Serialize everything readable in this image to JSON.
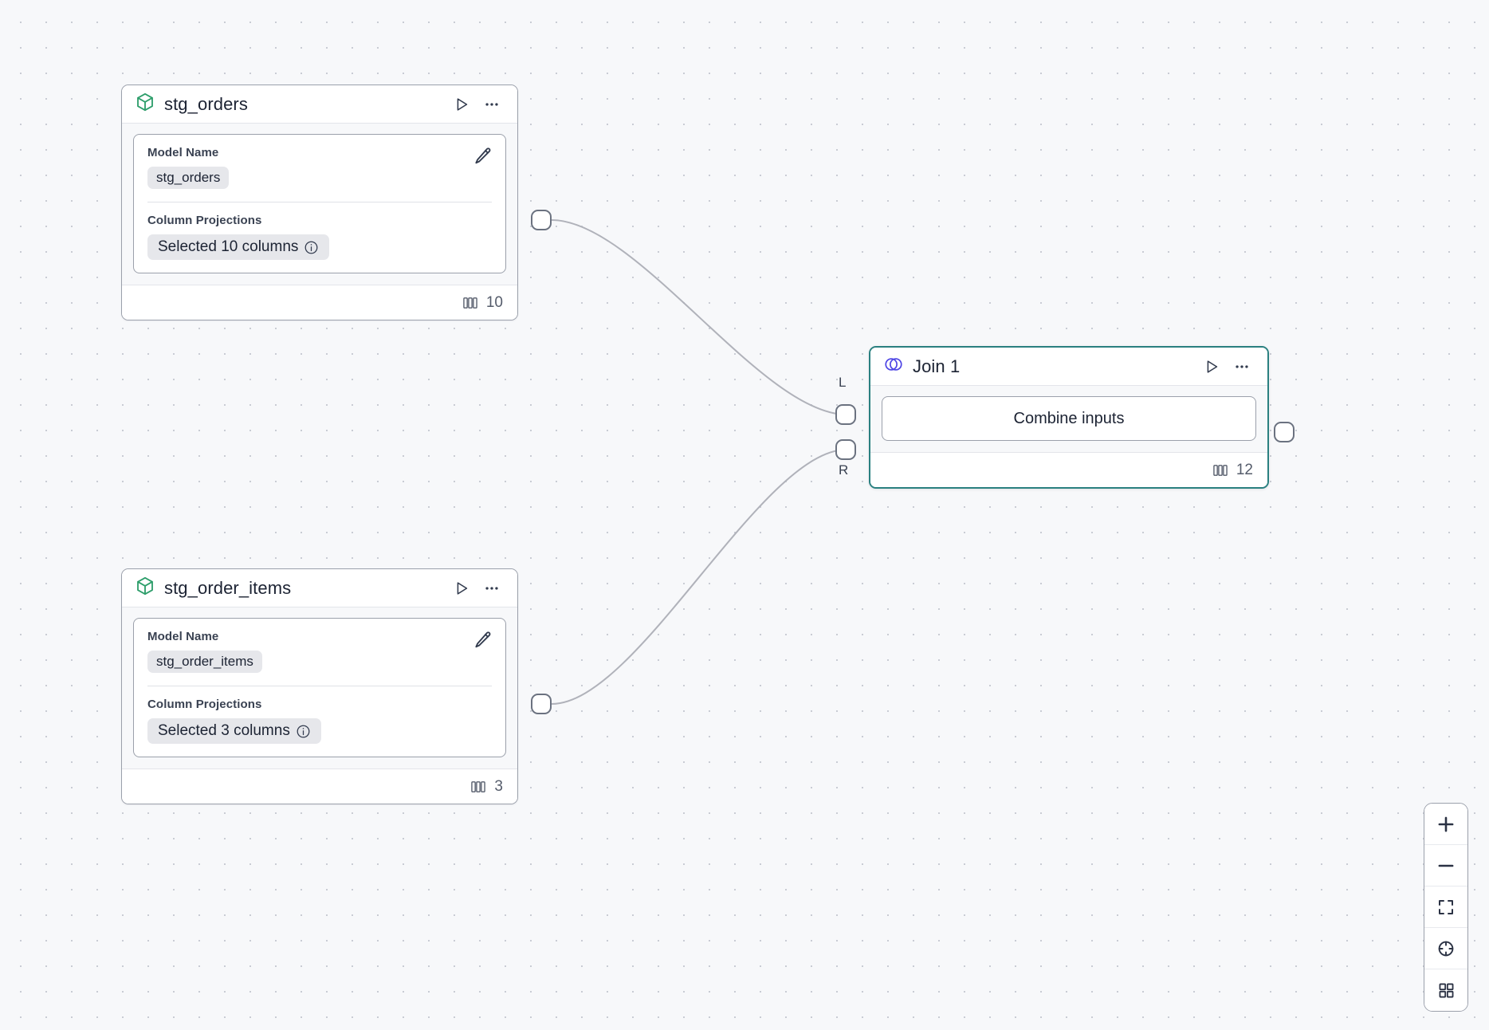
{
  "canvas": {
    "background_color": "#f7f8fa",
    "dot_color": "#c9ccd4",
    "edge_color": "#b0b2ba"
  },
  "nodes": [
    {
      "id": "stg_orders",
      "type": "model",
      "icon": "cube-icon",
      "icon_color": "#2e9e6b",
      "title": "stg_orders",
      "selected": false,
      "run_icon": "play-icon",
      "menu_icon": "ellipsis-icon",
      "fields": [
        {
          "label": "Model Name",
          "value": "stg_orders",
          "has_info": false
        },
        {
          "label": "Column Projections",
          "value": "Selected 10 columns",
          "has_info": true
        }
      ],
      "edit_icon": "pencil-icon",
      "footer": {
        "icon": "columns-icon",
        "count": "10"
      }
    },
    {
      "id": "stg_order_items",
      "type": "model",
      "icon": "cube-icon",
      "icon_color": "#2e9e6b",
      "title": "stg_order_items",
      "selected": false,
      "run_icon": "play-icon",
      "menu_icon": "ellipsis-icon",
      "fields": [
        {
          "label": "Model Name",
          "value": "stg_order_items",
          "has_info": false
        },
        {
          "label": "Column Projections",
          "value": "Selected 3 columns",
          "has_info": true
        }
      ],
      "edit_icon": "pencil-icon",
      "footer": {
        "icon": "columns-icon",
        "count": "3"
      }
    },
    {
      "id": "join_1",
      "type": "join",
      "icon": "venn-icon",
      "icon_color": "#4f46e5",
      "title": "Join 1",
      "selected": true,
      "selected_border_color": "#2a8080",
      "run_icon": "play-icon",
      "menu_icon": "ellipsis-icon",
      "action_label": "Combine inputs",
      "input_ports": [
        {
          "label": "L"
        },
        {
          "label": "R"
        }
      ],
      "footer": {
        "icon": "columns-icon",
        "count": "12"
      }
    }
  ],
  "edges": [
    {
      "from": "stg_orders",
      "to": "join_1",
      "to_port": "L"
    },
    {
      "from": "stg_order_items",
      "to": "join_1",
      "to_port": "R"
    }
  ],
  "controls": [
    {
      "name": "zoom-in",
      "icon": "plus-icon"
    },
    {
      "name": "zoom-out",
      "icon": "minus-icon"
    },
    {
      "name": "fit-view",
      "icon": "fit-view-icon"
    },
    {
      "name": "center-view",
      "icon": "crosshair-icon"
    },
    {
      "name": "toggle-minimap",
      "icon": "grid-icon"
    }
  ]
}
